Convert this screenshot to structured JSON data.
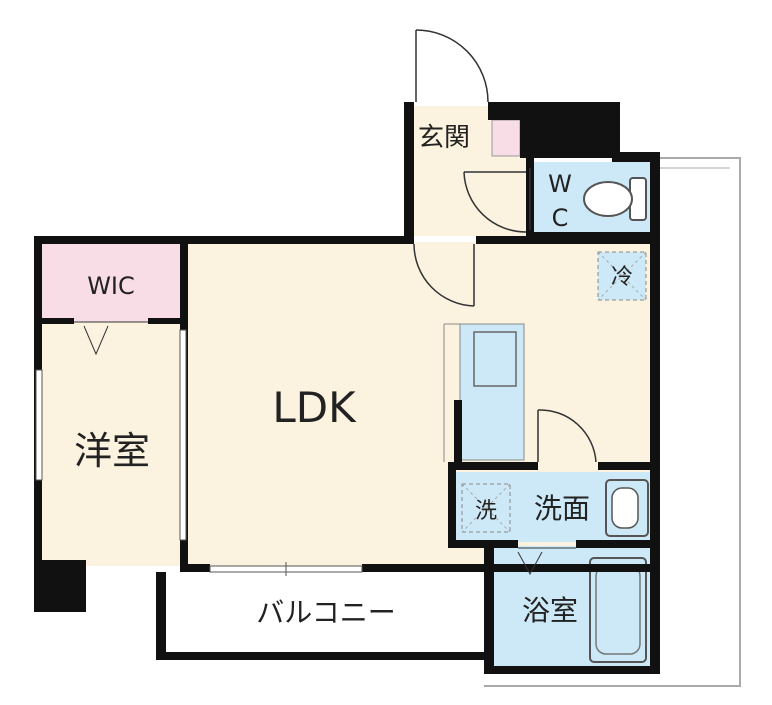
{
  "rooms": {
    "entrance": "玄関",
    "wc": "W\nC",
    "wic": "WIC",
    "western": "洋室",
    "ldk": "LDK",
    "fridge": "冷",
    "washer": "洗",
    "washroom": "洗面",
    "bath": "浴室",
    "balcony": "バルコニー"
  },
  "colors": {
    "wall": "#111111",
    "floor": "#fbf3df",
    "wet": "#cde9f7",
    "wic": "#f8dde6",
    "balcony": "#ffffff"
  }
}
